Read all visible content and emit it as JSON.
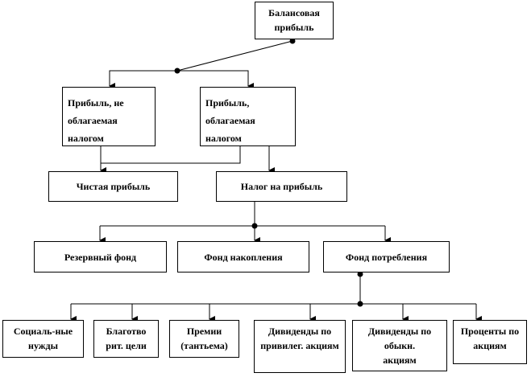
{
  "nodes": {
    "balance_profit": "Балансовая прибыль",
    "untaxed_profit": "Прибыль,   не облагаемая налогом",
    "taxed_profit": "Прибыль, облагаемая налогом",
    "net_profit": "Чистая прибыль",
    "profit_tax": "Налог на прибыль",
    "reserve_fund": "Резервный фонд",
    "accumulation_fund": "Фонд накопления",
    "consumption_fund": "Фонд потребления",
    "social_needs": "Социаль-ные нужды",
    "charity": "Благотво рит. цели",
    "bonuses": "Премии (тантьема)",
    "preferred_dividends": "Дивиденды по привилег. акциям",
    "common_dividends": "Дивиденды по обыкн. акциям",
    "share_interest": "Проценты по акциям"
  }
}
